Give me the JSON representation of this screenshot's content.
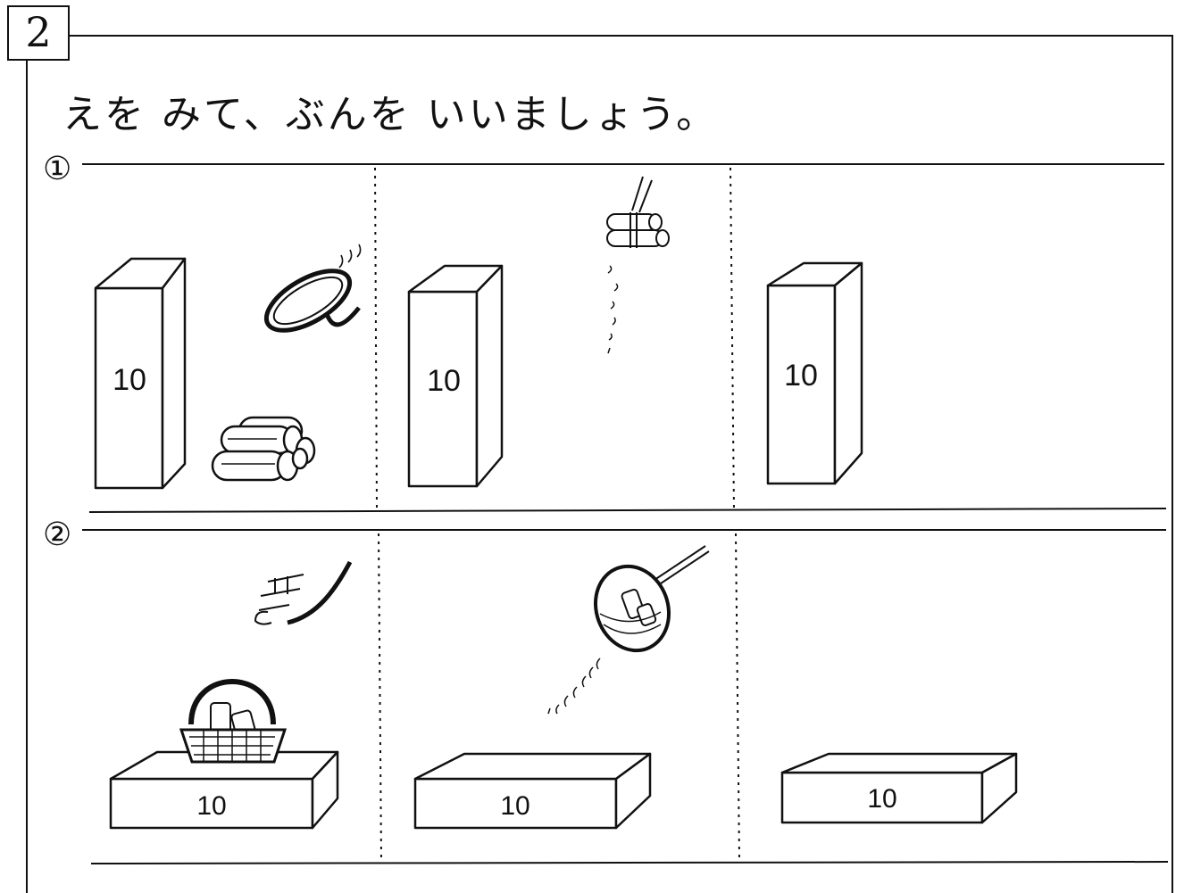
{
  "problem_number": "2",
  "instruction": "えを みて、ぶんを いいましょう。",
  "sections": [
    {
      "marker": "①",
      "box_label": "10",
      "panels": [
        "logs-by-box",
        "logs-lifted",
        "box-only"
      ]
    },
    {
      "marker": "②",
      "box_label": "10",
      "panels": [
        "basket-on-box",
        "basket-lifted",
        "box-only"
      ]
    }
  ],
  "icons": [
    "rope-coil-icon",
    "log-bundle-icon",
    "tied-logs-icon",
    "rope-hand-icon",
    "basket-icon",
    "hanging-basket-icon"
  ]
}
